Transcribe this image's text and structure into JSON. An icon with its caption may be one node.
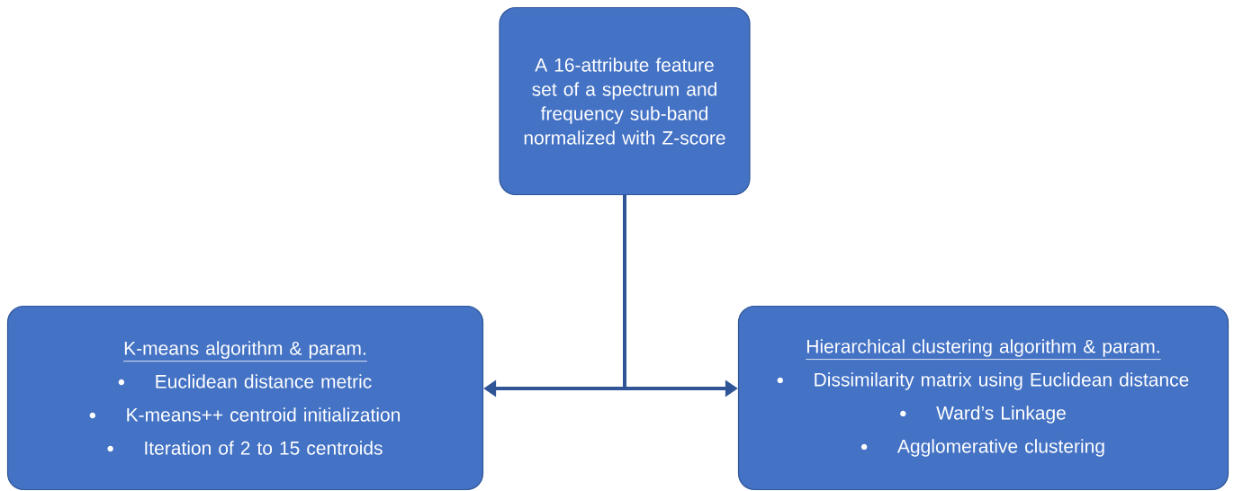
{
  "diagram": {
    "nodes": [
      {
        "text": [
          "A 16-attribute feature set of a spectrum and frequency sub-band normalized with Z-score"
        ]
      },
      {
        "text": [
          "K-means algorithm & param.",
          "Euclidean distance metric",
          "K-means++ centroid initialization",
          "Iteration of 2 to 15 centroids"
        ]
      },
      {
        "text": [
          "Hierarchical clustering algorithm & param.",
          "Dissimilarity matrix using Euclidean distance",
          "Ward’s Linkage",
          "Agglomerative clustering"
        ]
      }
    ],
    "edges": [
      {
        "from": 0,
        "to": 1,
        "arrow": "to"
      },
      {
        "from": 0,
        "to": 2,
        "arrow": "to"
      }
    ]
  }
}
